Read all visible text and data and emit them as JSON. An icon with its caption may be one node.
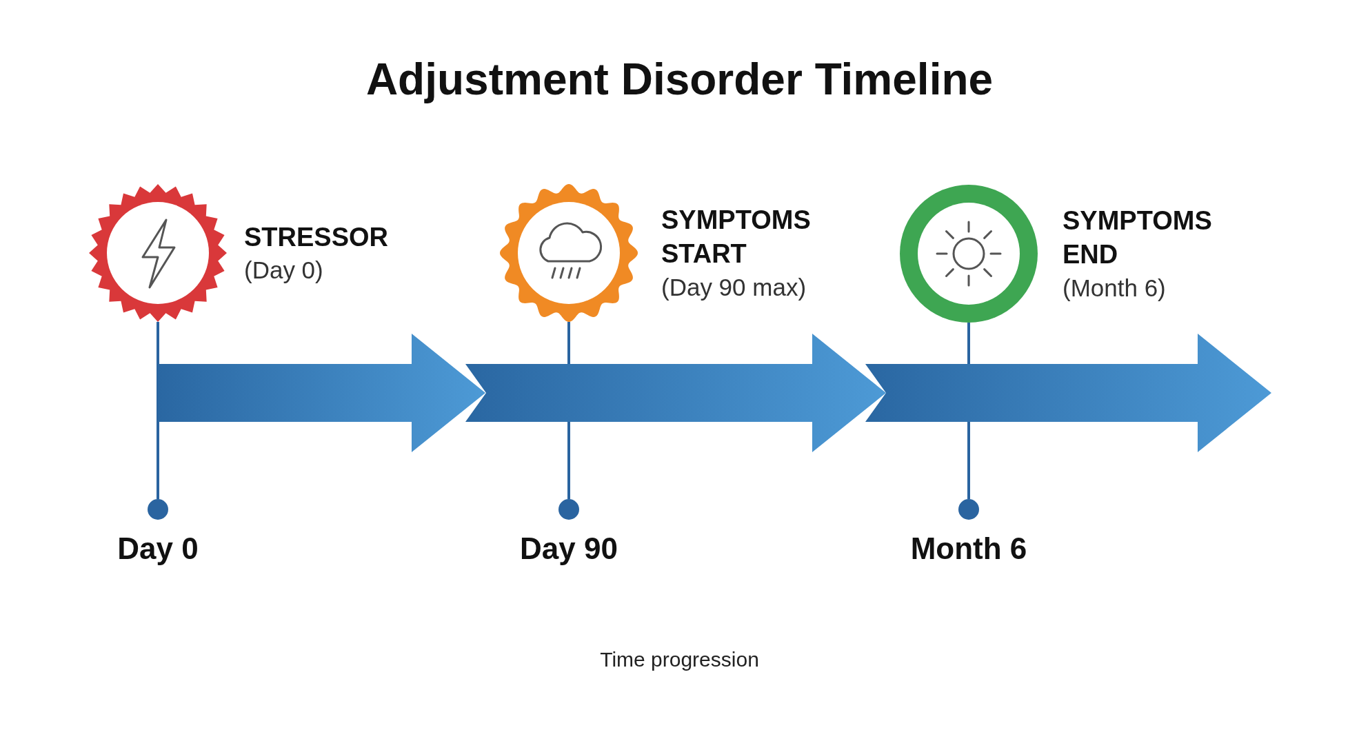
{
  "diagram": {
    "title": "Adjustment Disorder Timeline",
    "nodes": [
      {
        "text": [
          "STRESSOR",
          "(Day 0)"
        ]
      },
      {
        "text": [
          "SYMPTOMS START",
          "(Day 90 max)"
        ]
      },
      {
        "text": [
          "SYMPTOMS END",
          "(Month 6)"
        ]
      },
      {
        "text": [
          "Day 0"
        ]
      },
      {
        "text": [
          "Day 90"
        ]
      },
      {
        "text": [
          "Month 6"
        ]
      }
    ],
    "edges": [
      {
        "from": 0,
        "to": 3,
        "arrow": "none"
      },
      {
        "from": 1,
        "to": 4,
        "arrow": "none"
      },
      {
        "from": 2,
        "to": 5,
        "arrow": "none"
      }
    ],
    "labels": [
      "Time progression"
    ]
  }
}
